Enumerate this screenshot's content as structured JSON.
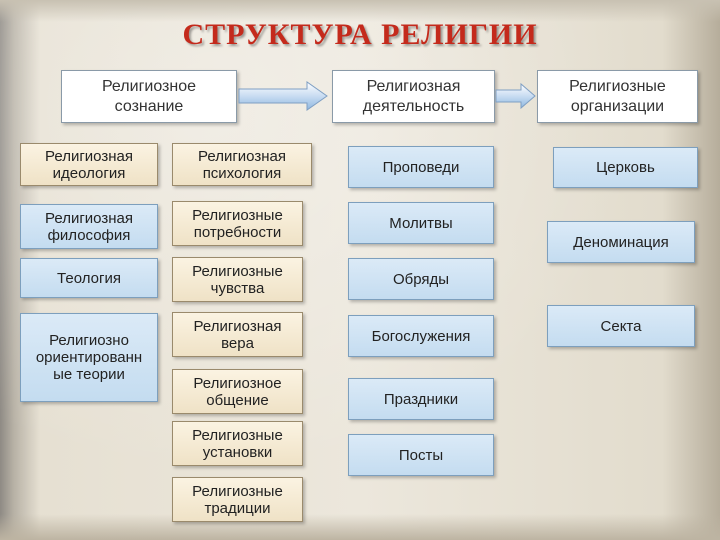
{
  "title": "СТРУКТУРА РЕЛИГИИ",
  "headers": {
    "consciousness": [
      "Религиозное",
      "сознание"
    ],
    "activity": [
      "Религиозная",
      "деятельность"
    ],
    "organizations": [
      "Религиозные",
      "организации"
    ]
  },
  "ideology_column": [
    [
      "Религиозная",
      "идеология"
    ],
    [
      "Религиозная",
      "философия"
    ],
    [
      "Теология"
    ],
    [
      "Религиозно",
      "ориентированн",
      "ые теории"
    ]
  ],
  "psychology_column": [
    [
      "Религиозная",
      "психология"
    ],
    [
      "Религиозные",
      "потребности"
    ],
    [
      "Религиозные",
      "чувства"
    ],
    [
      "Религиозная",
      "вера"
    ],
    [
      "Религиозное",
      "общение"
    ],
    [
      "Религиозные",
      "установки"
    ],
    [
      "Религиозные",
      "традиции"
    ]
  ],
  "activity_column": [
    "Проповеди",
    "Молитвы",
    "Обряды",
    "Богослужения",
    "Праздники",
    "Посты"
  ],
  "organizations_column": [
    "Церковь",
    "Деноминация",
    "Секта"
  ],
  "colors": {
    "title": "#c42a1c",
    "box_blue": "#cfe2f3",
    "box_beige": "#f5ebd4",
    "arrow_blue": "#8fb8e0"
  }
}
